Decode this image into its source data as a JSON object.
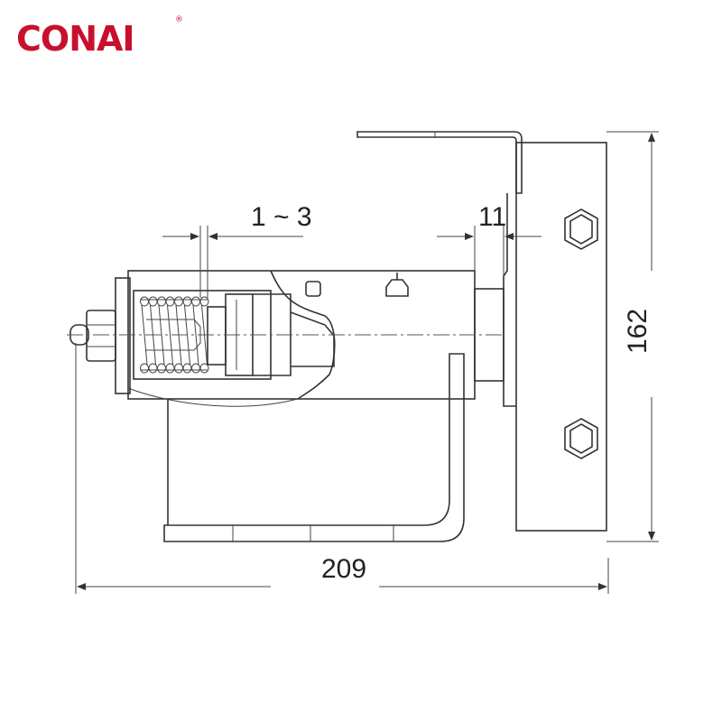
{
  "logo": {
    "text": "CONAI",
    "registered": "®",
    "color": "#c8102e"
  },
  "dimensions": {
    "adjust_gap": "1 ~ 3",
    "plate_gap": "11",
    "height": "162",
    "width": "209"
  },
  "colors": {
    "line": "#333333",
    "background": "#ffffff"
  }
}
